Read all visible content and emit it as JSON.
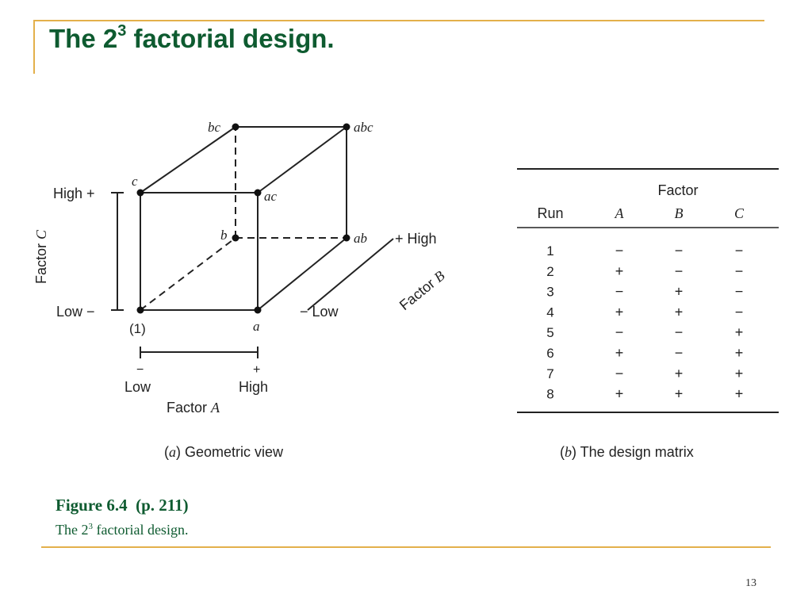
{
  "slide": {
    "title_prefix": "The 2",
    "title_exponent": "3",
    "title_suffix": " factorial design.",
    "caption_title": "Figure 6.4  (p. 211)",
    "caption_prefix": "The 2",
    "caption_exponent": "3",
    "caption_suffix": " factorial design.",
    "page_number": "13"
  },
  "geometric_view": {
    "caption_prefix": "(",
    "caption_letter": "a",
    "caption_suffix": ") Geometric view",
    "vertices": {
      "one": "(1)",
      "a": "a",
      "b": "b",
      "ab": "ab",
      "c": "c",
      "ac": "ac",
      "bc": "bc",
      "abc": "abc"
    },
    "factor_a": {
      "prefix": "Factor ",
      "letter": "A",
      "low_sign": "−",
      "low": "Low",
      "high_sign": "+",
      "high": "High"
    },
    "factor_b": {
      "prefix": "Factor ",
      "letter": "B",
      "low": "− Low",
      "high": "+ High"
    },
    "factor_c": {
      "prefix": "Factor ",
      "letter": "C",
      "low": "Low −",
      "high": "High +"
    }
  },
  "design_matrix": {
    "caption_prefix": "(",
    "caption_letter": "b",
    "caption_suffix": ") The design matrix",
    "factor_header": "Factor",
    "columns": [
      "Run",
      "A",
      "B",
      "C"
    ],
    "rows": [
      [
        "1",
        "−",
        "−",
        "−"
      ],
      [
        "2",
        "+",
        "−",
        "−"
      ],
      [
        "3",
        "−",
        "+",
        "−"
      ],
      [
        "4",
        "+",
        "+",
        "−"
      ],
      [
        "5",
        "−",
        "−",
        "+"
      ],
      [
        "6",
        "+",
        "−",
        "+"
      ],
      [
        "7",
        "−",
        "+",
        "+"
      ],
      [
        "8",
        "+",
        "+",
        "+"
      ]
    ]
  },
  "colors": {
    "accent": "#e3b04b",
    "title": "#0e5b30"
  }
}
